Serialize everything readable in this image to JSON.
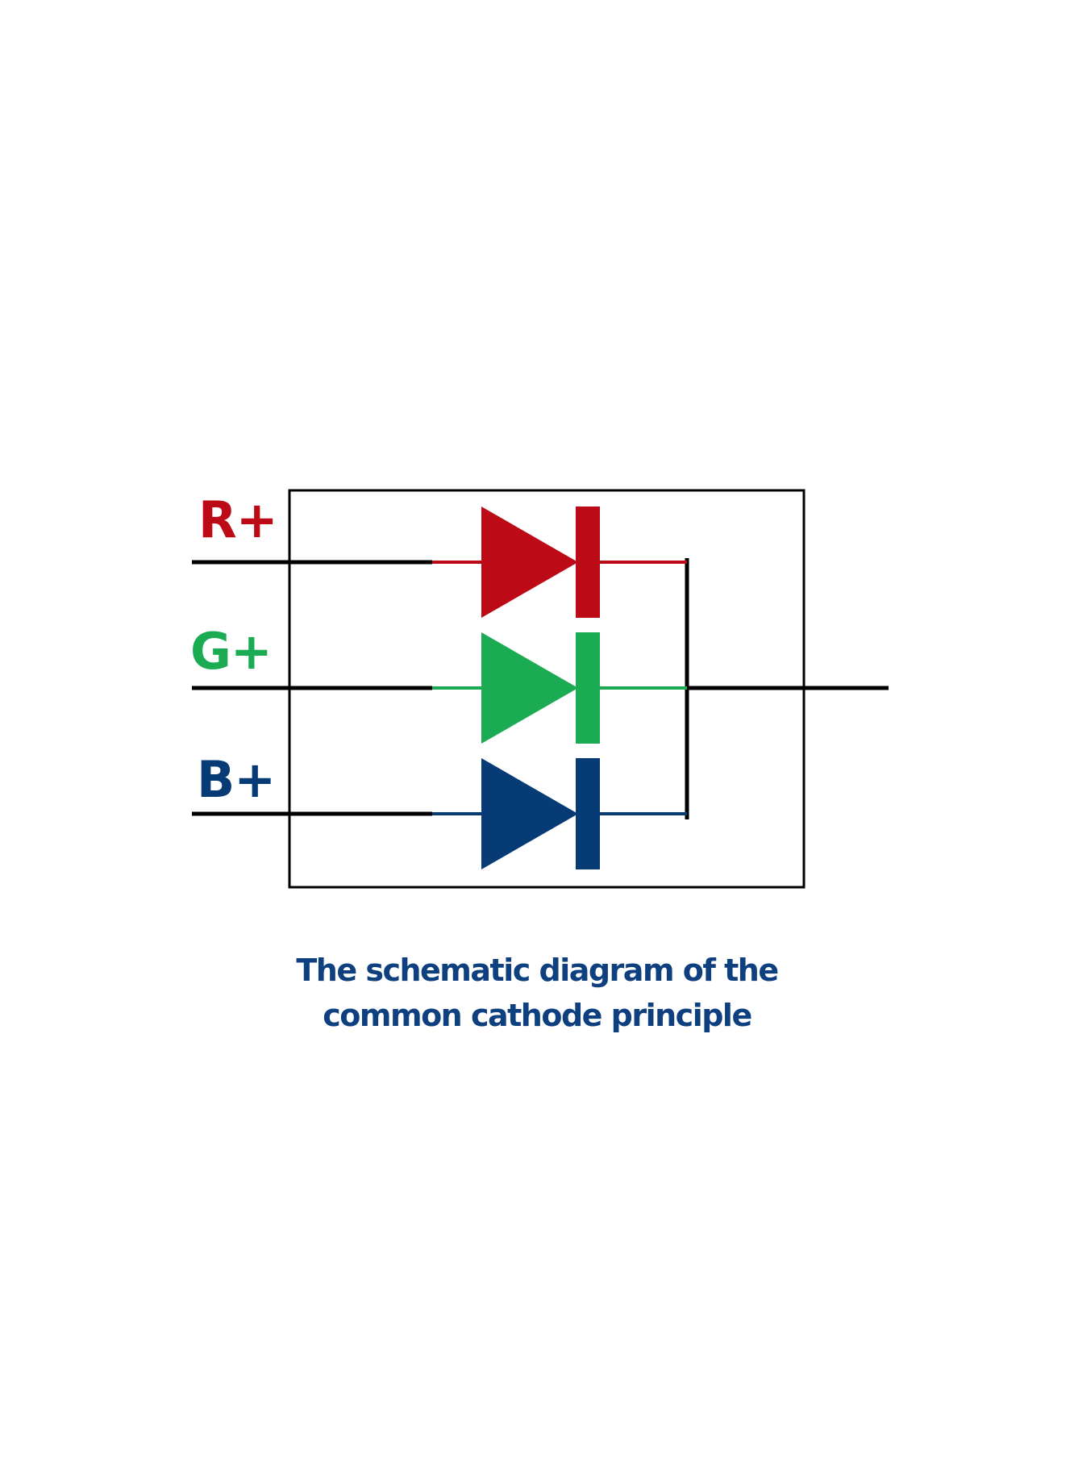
{
  "channels": [
    {
      "id": "red",
      "label": "R+",
      "color": "#BC0A17"
    },
    {
      "id": "green",
      "label": "G+",
      "color": "#1BAC53"
    },
    {
      "id": "blue",
      "label": "B+",
      "color": "#063B75"
    }
  ],
  "wire_color": "#000000",
  "caption": {
    "line1": "The schematic diagram of the",
    "line2": "common cathode principle",
    "color": "#0E3F7E"
  }
}
